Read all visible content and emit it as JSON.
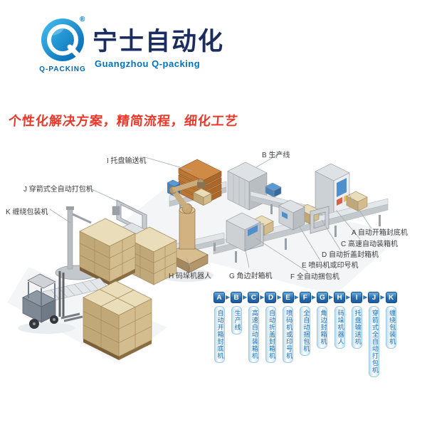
{
  "logo": {
    "brand_cn": "宁士自动化",
    "brand_en": "Guangzhou Q-packing",
    "logo_text": "Q-PACKING",
    "registered": "®"
  },
  "slogan": "个性化解决方案，精简流程，细化工艺",
  "colors": {
    "brand_blue": "#0068b7",
    "brand_navy": "#1b2c5f",
    "slogan_red": "#e8392b",
    "legend_blue": "#1d6fb8"
  },
  "icons": {
    "arrow_right": "▶"
  },
  "diagram": {
    "callouts": [
      {
        "id": "A",
        "label": "A 自动开箱封底机"
      },
      {
        "id": "B",
        "label": "B 生产线"
      },
      {
        "id": "C",
        "label": "C 高速自动装箱机"
      },
      {
        "id": "D",
        "label": "D 自动折盖封箱机"
      },
      {
        "id": "E",
        "label": "E 喷码机或印号机"
      },
      {
        "id": "F",
        "label": "F 全自动捆包机"
      },
      {
        "id": "G",
        "label": "G 角边封箱机"
      },
      {
        "id": "H",
        "label": "H 码垛机器人"
      },
      {
        "id": "I",
        "label": "I 托盘输送机"
      },
      {
        "id": "J",
        "label": "J 穿箭式全自动打包机"
      },
      {
        "id": "K",
        "label": "K 缠绕包装机"
      }
    ]
  },
  "legend": {
    "items": [
      {
        "letter": "A",
        "name": "自动开箱封底机"
      },
      {
        "letter": "B",
        "name": "生产线"
      },
      {
        "letter": "C",
        "name": "高速自动装箱机"
      },
      {
        "letter": "D",
        "name": "自动折盖封箱机"
      },
      {
        "letter": "E",
        "name": "喷码机或印号机"
      },
      {
        "letter": "F",
        "name": "全自动捆包机"
      },
      {
        "letter": "G",
        "name": "角边封箱机"
      },
      {
        "letter": "H",
        "name": "码垛机器人"
      },
      {
        "letter": "I",
        "name": "托盘输送机"
      },
      {
        "letter": "J",
        "name": "穿箭式全自动打包机"
      },
      {
        "letter": "K",
        "name": "缠绕包装机"
      }
    ]
  }
}
